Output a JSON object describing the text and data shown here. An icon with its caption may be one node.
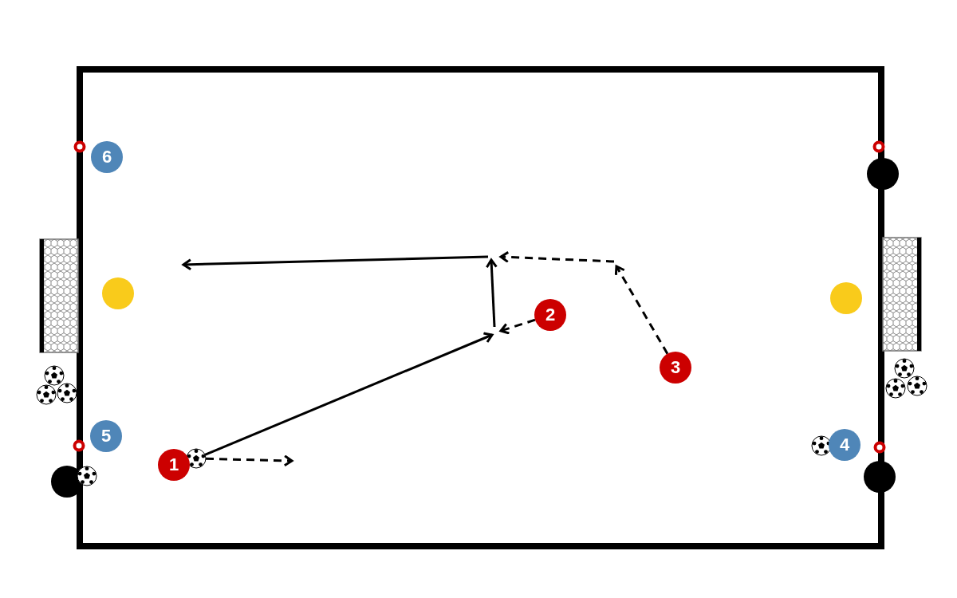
{
  "diagram": {
    "nodes": [
      {
        "text": [
          "1"
        ]
      },
      {
        "text": [
          "2"
        ]
      },
      {
        "text": [
          "3"
        ]
      },
      {
        "text": [
          "4"
        ]
      },
      {
        "text": [
          "5"
        ]
      },
      {
        "text": [
          "6"
        ]
      },
      {
        "text": [],
        "shape": "ball"
      }
    ],
    "edges": [
      {
        "from": 6,
        "to": null,
        "arrow": "to"
      },
      {
        "from": 6,
        "to": null,
        "arrow": "to",
        "style": "dashed"
      },
      {
        "from": 1,
        "to": null,
        "arrow": "to",
        "style": "dashed"
      },
      {
        "from": 2,
        "to": null,
        "arrow": "to",
        "style": "dashed"
      }
    ]
  }
}
